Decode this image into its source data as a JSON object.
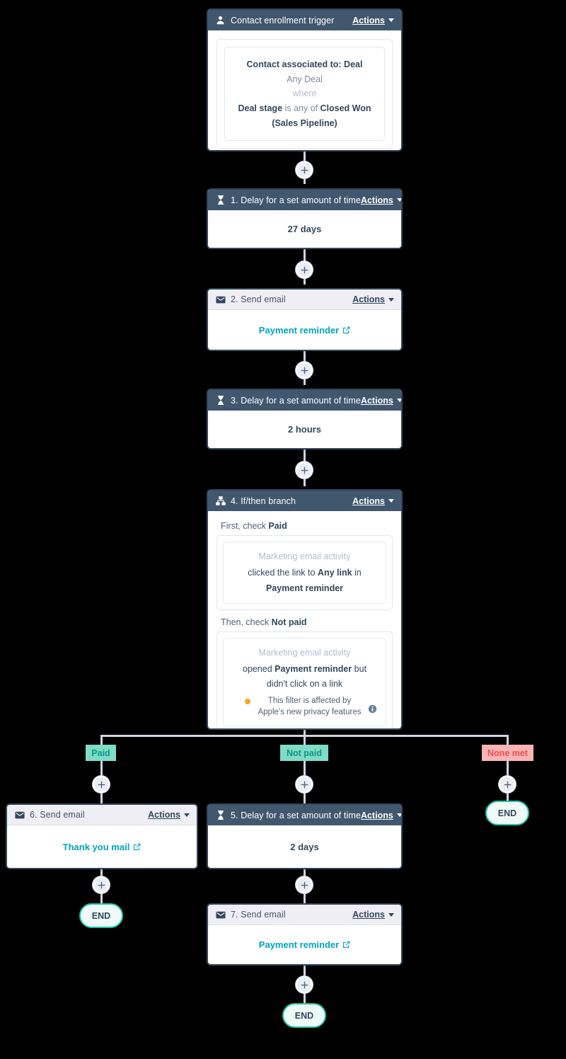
{
  "theme": {
    "background": "#000000",
    "connector": "#cfd6e4",
    "card_border": "#33475b",
    "header_dark": "#41576e",
    "header_light": "#eeeef4",
    "link": "#00a4bd",
    "chip_mint_bg": "#7fdcc6",
    "chip_mint_text": "#0f9488",
    "chip_pink_bg": "#fbb4b4",
    "chip_pink_text": "#e8505b",
    "end_border": "#1fc7a8",
    "end_bg": "#effaf6",
    "warn_dot": "#f5a623"
  },
  "actions_label": "Actions",
  "trigger": {
    "icon": "contact-icon",
    "title": "Contact enrollment trigger",
    "filter": {
      "line1": "Contact associated to: Deal",
      "line2": "Any Deal",
      "line3": "where",
      "line4_bold1": "Deal stage",
      "line4_mid": " is any of ",
      "line4_bold2": "Closed Won",
      "line5": "(Sales Pipeline)"
    }
  },
  "steps": {
    "delay1": {
      "icon": "hourglass-icon",
      "title": "1. Delay for a set amount of time",
      "value": "27 days"
    },
    "email2": {
      "icon": "envelope-icon",
      "title": "2. Send email",
      "value": "Payment reminder"
    },
    "delay3": {
      "icon": "hourglass-icon",
      "title": "3. Delay for a set amount of time",
      "value": "2 hours"
    },
    "branch4": {
      "icon": "branch-icon",
      "title": "4. If/then branch",
      "first_check_prefix": "First, check ",
      "first_check_name": "Paid",
      "first_filter": {
        "type": "Marketing email activity",
        "pre": "clicked the link to ",
        "bold1": "Any link",
        "mid": " in ",
        "bold2": "Payment reminder"
      },
      "then_check_prefix": "Then, check ",
      "then_check_name": "Not paid",
      "second_filter": {
        "type": "Marketing email activity",
        "pre": "opened ",
        "bold1": "Payment reminder",
        "post": " but didn't click on a link",
        "warning": "This filter is affected by Apple's new privacy features"
      }
    },
    "email6": {
      "icon": "envelope-icon",
      "title": "6. Send email",
      "value": "Thank you mail"
    },
    "delay5": {
      "icon": "hourglass-icon",
      "title": "5. Delay for a set amount of time",
      "value": "2 days"
    },
    "email7": {
      "icon": "envelope-icon",
      "title": "7. Send email",
      "value": "Payment reminder"
    }
  },
  "branch_chips": {
    "paid": "Paid",
    "not_paid": "Not paid",
    "none_met": "None met"
  },
  "end_nodes": {
    "label": "END"
  },
  "add_step": {
    "icon": "plus-icon",
    "tooltip": "+"
  }
}
